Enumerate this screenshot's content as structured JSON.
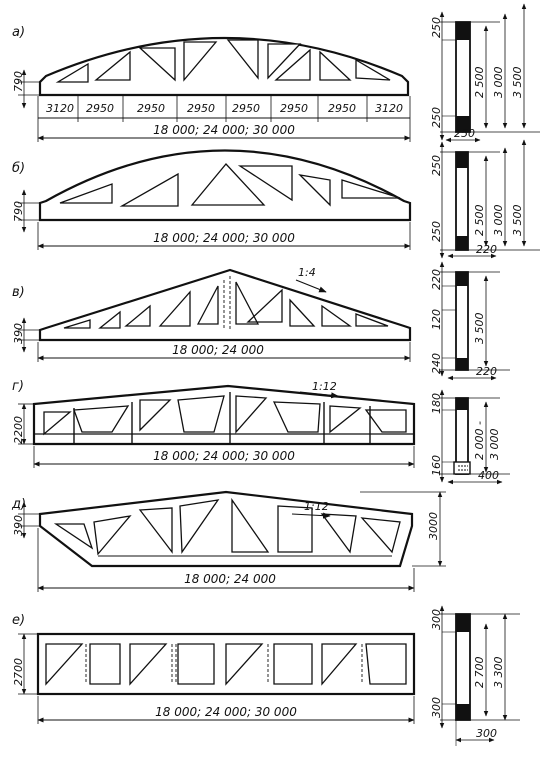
{
  "sections": [
    {
      "letter": "а)",
      "truss": {
        "end_height": "790",
        "panels": [
          "3120",
          "2950",
          "2950",
          "2950",
          "2950",
          "2950",
          "2950",
          "3120"
        ],
        "span": "18 000; 24 000; 30 000"
      },
      "cross_section": {
        "top_chord": "250",
        "bottom_chord": "250",
        "width": "250",
        "heights": [
          "2 500",
          "3 000",
          "3 500"
        ]
      }
    },
    {
      "letter": "б)",
      "truss": {
        "end_height": "790",
        "span": "18 000; 24 000; 30 000"
      },
      "cross_section": {
        "top_chord": "250",
        "bottom_chord": "250",
        "width": "220",
        "heights": [
          "2 500",
          "3 000",
          "3 500"
        ]
      }
    },
    {
      "letter": "в)",
      "truss": {
        "end_height": "390",
        "slope": "1:4",
        "span": "18 000; 24 000"
      },
      "cross_section": {
        "top_chord": "220",
        "web": "120",
        "bottom_chord": "240",
        "width": "220",
        "heights": [
          "3 500"
        ]
      }
    },
    {
      "letter": "г)",
      "truss": {
        "end_height": "2200",
        "slope": "1:12",
        "span": "18 000; 24 000; 30 000"
      },
      "cross_section": {
        "top_chord": "180",
        "bottom_chord": "160",
        "width": "400",
        "heights": [
          "2 000 -",
          "3 000"
        ]
      }
    },
    {
      "letter": "д)",
      "truss": {
        "end_height": "390",
        "slope": "1:12",
        "mid_height": "3000",
        "span": "18 000; 24 000"
      }
    },
    {
      "letter": "е)",
      "truss": {
        "end_height": "2700",
        "span": "18 000; 24 000; 30 000"
      },
      "cross_section": {
        "top_chord": "300",
        "bottom_chord": "300",
        "width": "300",
        "heights": [
          "2 700",
          "3 300"
        ]
      }
    }
  ]
}
